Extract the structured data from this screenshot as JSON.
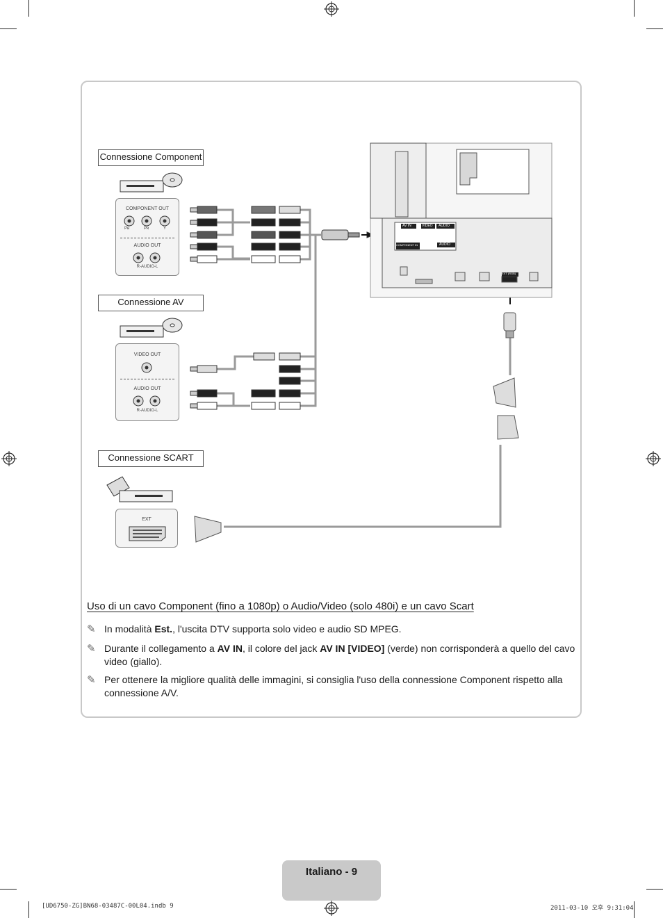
{
  "sections": {
    "component_label": "Connessione Component",
    "av_label": "Connessione AV",
    "scart_label": "Connessione SCART"
  },
  "devices": {
    "component_out": "COMPONENT OUT",
    "pb": "Pʙ",
    "pr": "Pʀ",
    "y": "Y",
    "audio_out": "AUDIO OUT",
    "r_audio_l": "R-AUDIO-L",
    "video_out": "VIDEO OUT",
    "ext": "EXT"
  },
  "tv_panel": {
    "av_in": "AV IN",
    "video": "VIDEO",
    "audio": "AUDIO",
    "component_in": "COMPONENT IN",
    "ext_rgb": "EXT (RGB)"
  },
  "heading": "Uso di un cavo Component (fino a 1080p) o Audio/Video (solo 480i) e un cavo Scart",
  "notes": {
    "n1": {
      "a": "In modalità ",
      "b": "Est.",
      "c": ", l'uscita DTV supporta solo video e audio SD MPEG."
    },
    "n2": {
      "a": "Durante il collegamento a ",
      "b": "AV IN",
      "c": ", il colore del jack ",
      "d": "AV IN [VIDEO]",
      "e": " (verde) non corrisponderà a quello del cavo video (giallo)."
    },
    "n3": {
      "a": "Per ottenere la migliore qualità delle immagini, si consiglia l'uso della connessione Component rispetto alla connessione A/V."
    }
  },
  "footer": {
    "page": "Italiano - 9",
    "file": "[UD6750-ZG]BN68-03487C-00L04.indb   9",
    "date": "2011-03-10   오후 9:31:04"
  },
  "colors": {
    "frame": "#c8c8c8",
    "footer_tab": "#c9c9c9",
    "cable": "#888888"
  }
}
